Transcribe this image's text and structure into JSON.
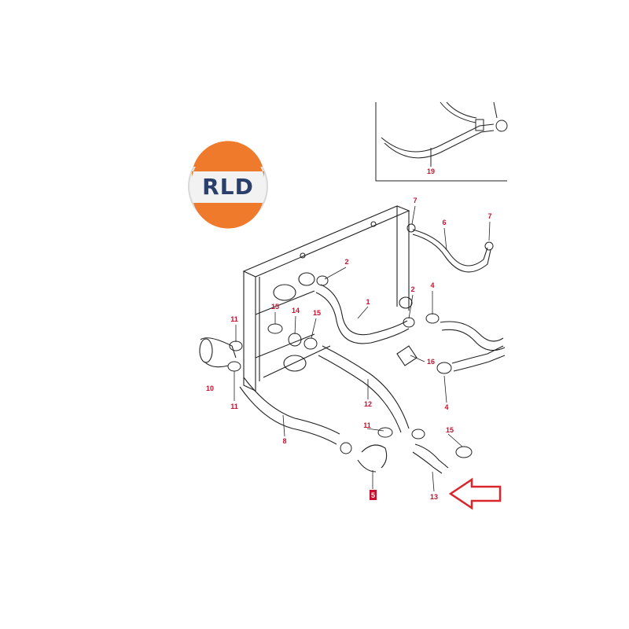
{
  "logo": {
    "text": "RLD"
  },
  "colors": {
    "label": "#c8102e",
    "line": "#222222",
    "arrow": "#d9262c",
    "logo_orange": "#ef7a2b",
    "logo_blue": "#2b3f6b"
  },
  "labels": [
    "1",
    "2",
    "2",
    "4",
    "4",
    "6",
    "7",
    "7",
    "8",
    "10",
    "11",
    "11",
    "11",
    "12",
    "13",
    "14",
    "15",
    "15",
    "15",
    "16",
    "19",
    "5"
  ],
  "icons": {
    "pointer": "arrow-left-icon"
  }
}
